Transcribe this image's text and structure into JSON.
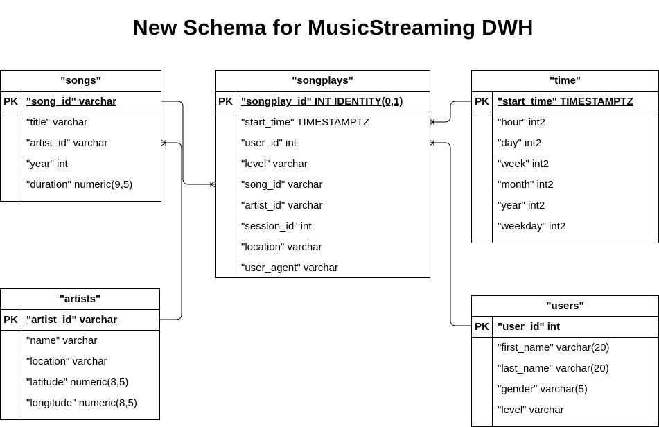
{
  "title": "New Schema for MusicStreaming DWH",
  "tables": {
    "songs": {
      "name": "\"songs\"",
      "pk_label": "PK",
      "pk_field": "\"song_id\" varchar",
      "fields": [
        "\"title\" varchar",
        "\"artist_id\" varchar",
        "\"year\" int",
        "\"duration\" numeric(9,5)"
      ]
    },
    "songplays": {
      "name": "\"songplays\"",
      "pk_label": "PK",
      "pk_field": "\"songplay_id\" INT IDENTITY(0,1)",
      "fields": [
        "\"start_time\" TIMESTAMPTZ",
        "\"user_id\" int",
        "\"level\" varchar",
        "\"song_id\" varchar",
        "\"artist_id\" varchar",
        "\"session_id\" int",
        "\"location\" varchar",
        "\"user_agent\" varchar"
      ]
    },
    "time": {
      "name": "\"time\"",
      "pk_label": "PK",
      "pk_field": "\"start_time\" TIMESTAMPTZ",
      "fields": [
        "\"hour\" int2",
        "\"day\" int2",
        "\"week\" int2",
        "\"month\" int2",
        "\"year\" int2",
        "\"weekday\" int2"
      ]
    },
    "artists": {
      "name": "\"artists\"",
      "pk_label": "PK",
      "pk_field": "\"artist_id\" varchar",
      "fields": [
        "\"name\" varchar",
        "\"location\" varchar",
        "\"latitude\" numeric(8,5)",
        "\"longitude\" numeric(8,5)"
      ]
    },
    "users": {
      "name": "\"users\"",
      "pk_label": "PK",
      "pk_field": "\"user_id\" int",
      "fields": [
        "\"first_name\" varchar(20)",
        "\"last_name\" varchar(20)",
        "\"gender\" varchar(5)",
        "\"level\" varchar"
      ]
    }
  }
}
